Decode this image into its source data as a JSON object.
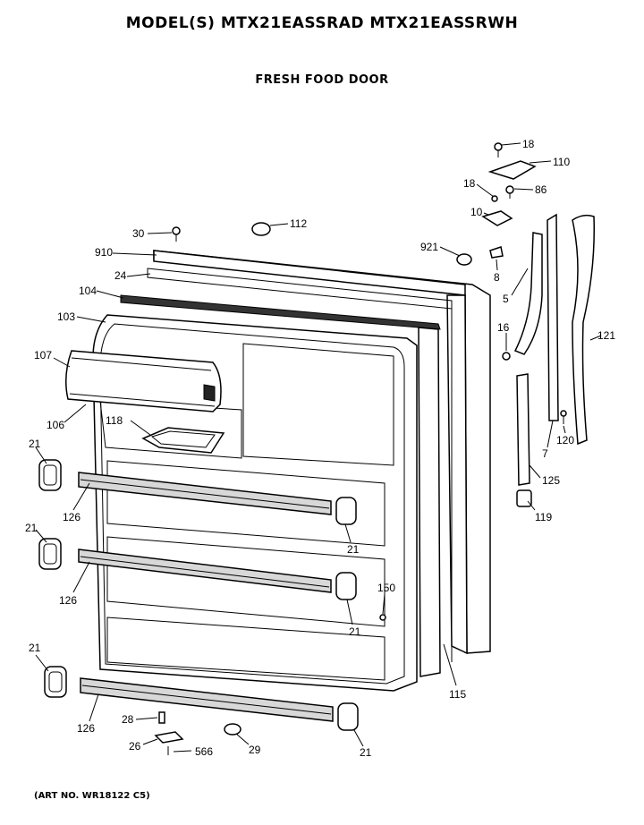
{
  "header": {
    "model_title": "MODEL(S) MTX21EASSRAD  MTX21EASSRWH",
    "section_title": "FRESH FOOD DOOR"
  },
  "footer": {
    "art_number": "(ART NO. WR18122 C5)"
  },
  "callouts": {
    "c18a": "18",
    "c110": "110",
    "c18b": "18",
    "c86": "86",
    "c10": "10",
    "c30": "30",
    "c112": "112",
    "c910": "910",
    "c921": "921",
    "c8": "8",
    "c24": "24",
    "c104": "104",
    "c5": "5",
    "c103": "103",
    "c121": "121",
    "c16": "16",
    "c107": "107",
    "c106": "106",
    "c118": "118",
    "c120": "120",
    "c7": "7",
    "c21a": "21",
    "c125": "125",
    "c126a": "126",
    "c119": "119",
    "c21b": "21",
    "c21c": "21",
    "c126b": "126",
    "c150": "150",
    "c21d": "21",
    "c21e": "21",
    "c115": "115",
    "c28": "28",
    "c126c": "126",
    "c26": "26",
    "c29": "29",
    "c566": "566",
    "c21f": "21"
  }
}
